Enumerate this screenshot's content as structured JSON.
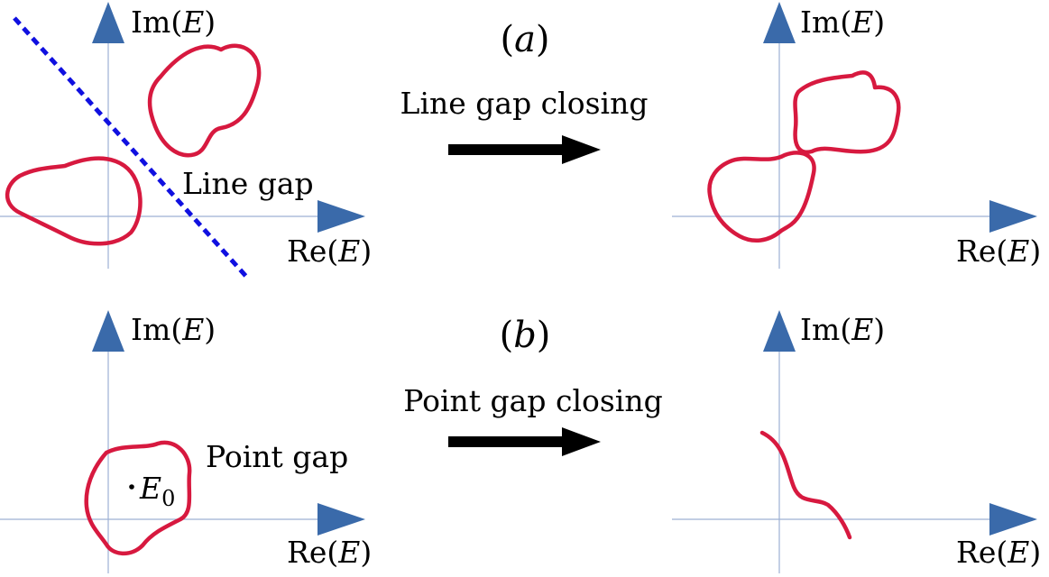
{
  "panel_a": {
    "label": "(a)",
    "transition": "Line gap closing",
    "gap_label": "Line gap",
    "left_axes": {
      "re_label": "Re(E)",
      "im_label": "Im(E)"
    },
    "right_axes": {
      "re_label": "Re(E)",
      "im_label": "Im(E)"
    }
  },
  "panel_b": {
    "label": "(b)",
    "transition": "Point gap closing",
    "gap_label": "Point gap",
    "point_label": "E0",
    "left_axes": {
      "re_label": "Re(E)",
      "im_label": "Im(E)"
    },
    "right_axes": {
      "re_label": "Re(E)",
      "im_label": "Im(E)"
    }
  },
  "colors": {
    "curve": "#d7193f",
    "axis": "#9db1d4",
    "axis_arrow": "#3a6aaa",
    "line_gap": "#1010e0",
    "transition_arrow": "#000000"
  }
}
